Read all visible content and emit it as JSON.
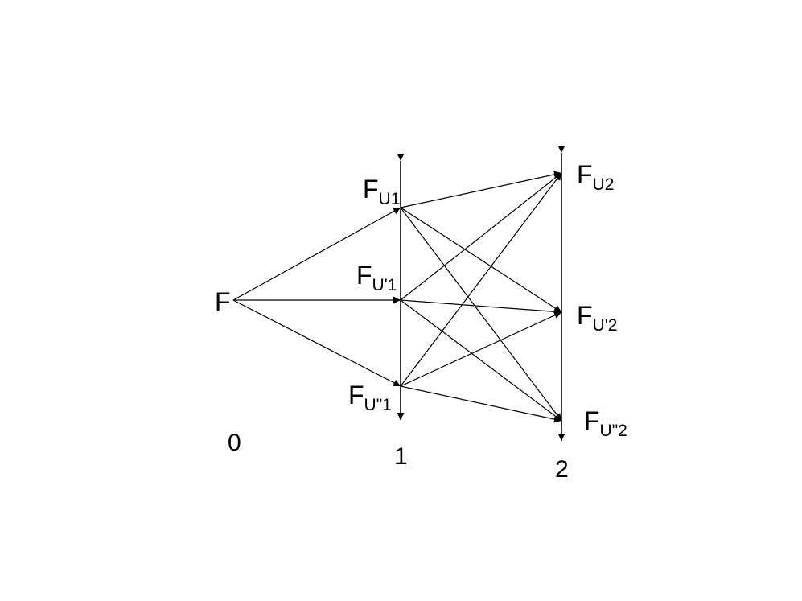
{
  "colors": {
    "ink": "#000000",
    "background": "#ffffff"
  },
  "nodes": {
    "origin": {
      "main": "F"
    },
    "fu1": {
      "main": "F",
      "sub": "U1"
    },
    "fup1": {
      "main": "F",
      "sub": "U'1"
    },
    "fupp1": {
      "main": "F",
      "sub": "U\"1"
    },
    "fu2": {
      "main": "F",
      "sub": "U2"
    },
    "fup2": {
      "main": "F",
      "sub": "U'2"
    },
    "fupp2": {
      "main": "F",
      "sub": "U\"2"
    }
  },
  "stages": {
    "s0": "0",
    "s1": "1",
    "s2": "2"
  }
}
